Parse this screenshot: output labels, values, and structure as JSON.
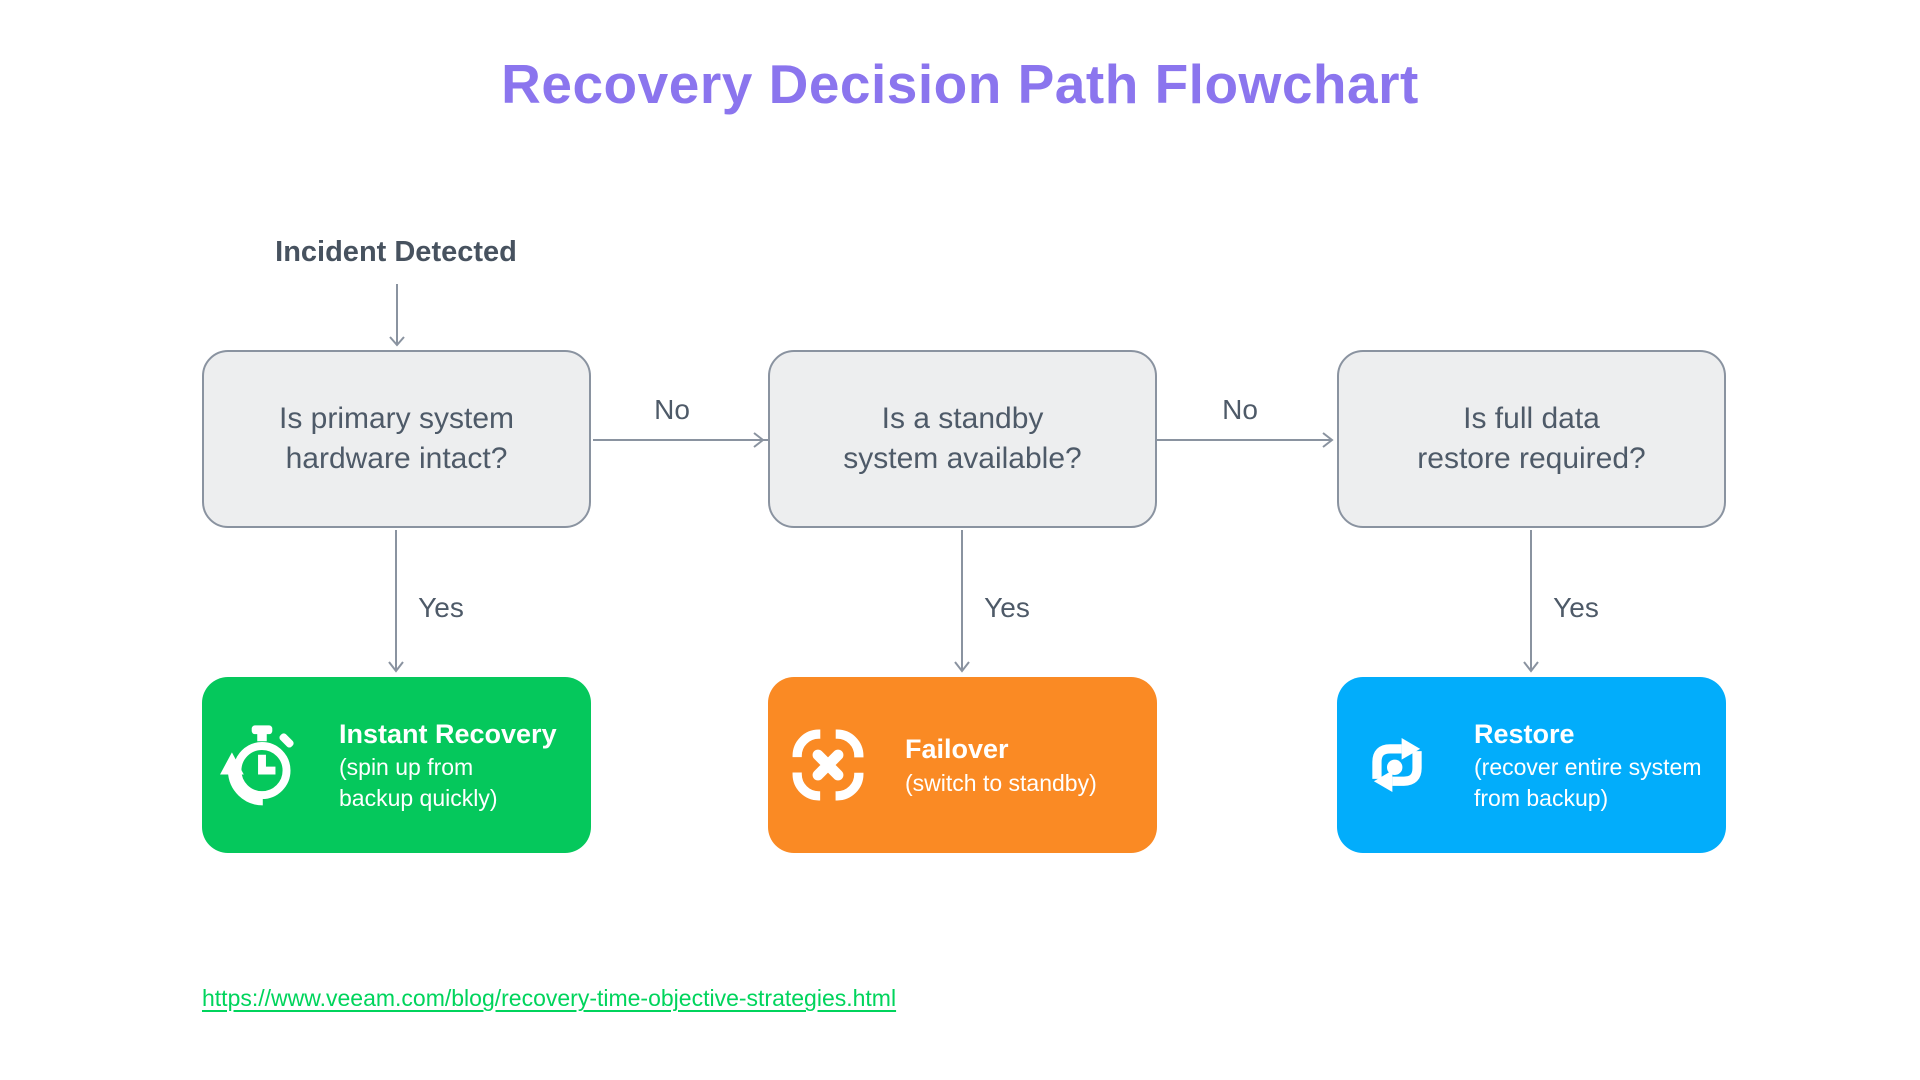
{
  "title": "Recovery Decision Path Flowchart",
  "colors": {
    "title": "#8b75ee",
    "question_text": "#4e5a68",
    "decision_fill": "#edeeef",
    "decision_border": "#8a93a0",
    "arrow": "#8a93a0",
    "instant_recovery_green": "#05c85c",
    "failover_orange": "#fa8a24",
    "restore_blue": "#02adfb",
    "link_green": "#00d45c"
  },
  "start_label": "Incident Detected",
  "decisions": [
    {
      "question": "Is primary system\nhardware intact?"
    },
    {
      "question": "Is a standby\nsystem available?"
    },
    {
      "question": "Is full data\nrestore required?"
    }
  ],
  "edge_labels": {
    "no_1": "No",
    "no_2": "No",
    "yes_1": "Yes",
    "yes_2": "Yes",
    "yes_3": "Yes"
  },
  "results": [
    {
      "title": "Instant Recovery",
      "subtitle": "(spin up from\nbackup quickly)",
      "icon": "stopwatch-icon",
      "color": "#05c85c"
    },
    {
      "title": "Failover",
      "subtitle": "(switch to standby)",
      "icon": "failover-x-icon",
      "color": "#fa8a24"
    },
    {
      "title": "Restore",
      "subtitle": "(recover entire system\nfrom backup)",
      "icon": "restore-cycle-icon",
      "color": "#02adfb"
    }
  ],
  "source_link": "https://www.veeam.com/blog/recovery-time-objective-strategies.html"
}
